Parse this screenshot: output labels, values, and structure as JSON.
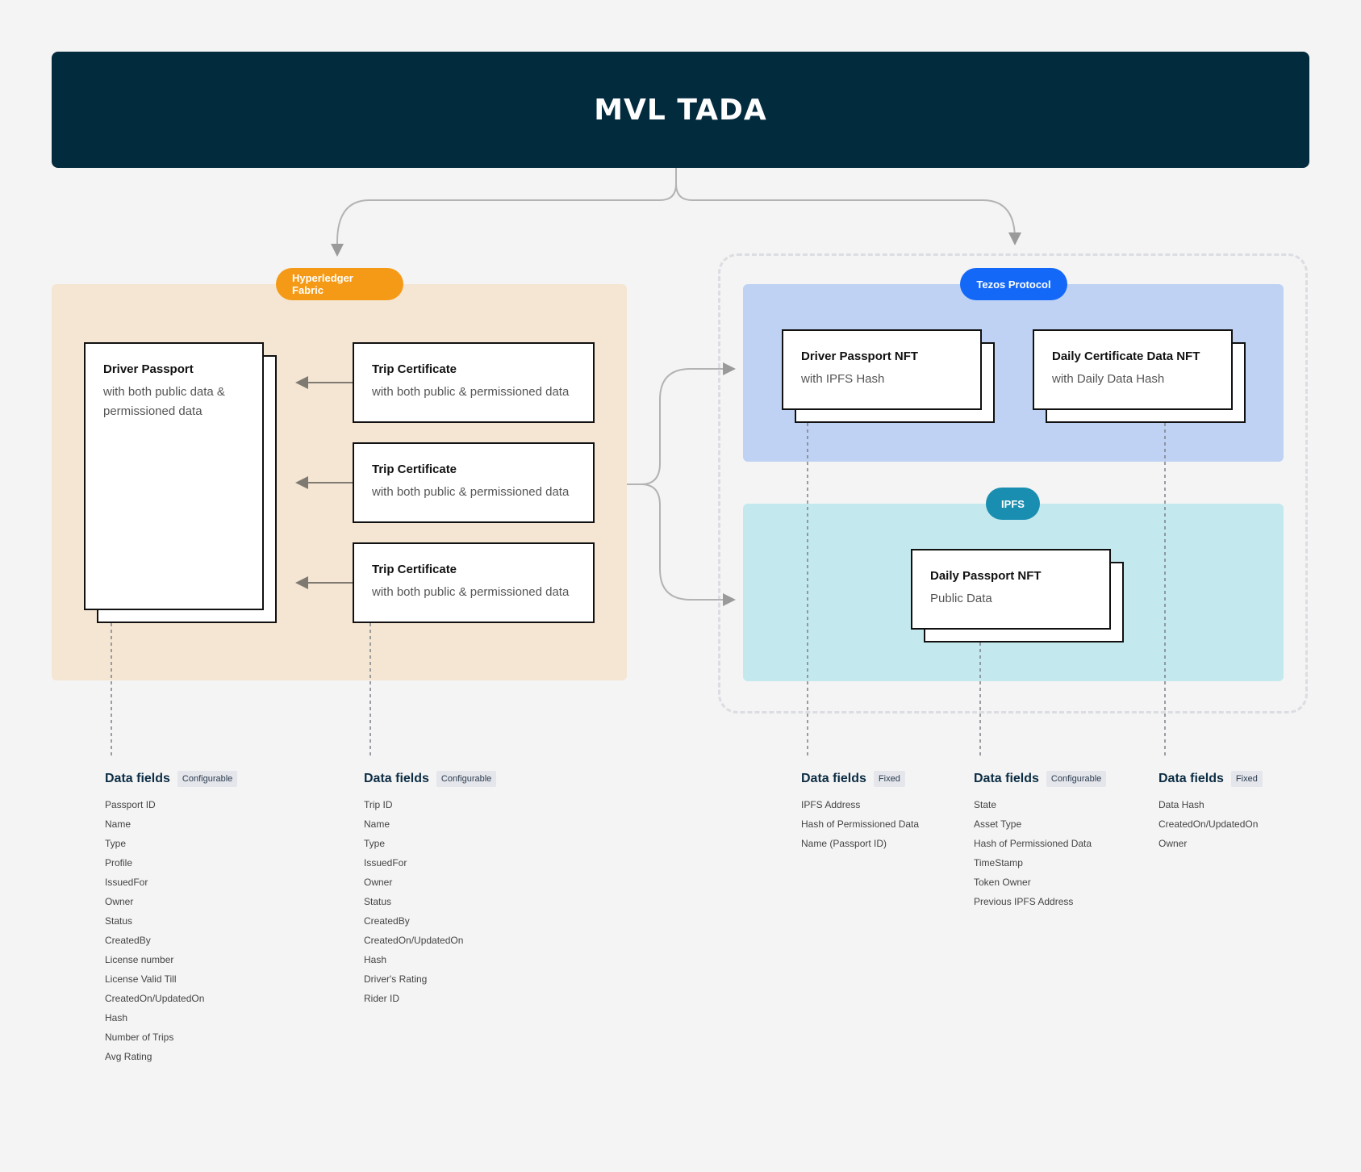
{
  "header": {
    "title": "MVL TADA"
  },
  "platforms": {
    "fabric": "Hyperledger Fabric",
    "tezos": "Tezos Protocol",
    "ipfs": "IPFS"
  },
  "cards": {
    "driver_passport": {
      "title": "Driver Passport",
      "subtitle": "with both public data & permissioned data"
    },
    "trip_certificates": [
      {
        "title": "Trip Certificate",
        "subtitle": "with both public & permissioned data"
      },
      {
        "title": "Trip Certificate",
        "subtitle": "with both public & permissioned data"
      },
      {
        "title": "Trip Certificate",
        "subtitle": "with both public & permissioned data"
      }
    ],
    "driver_passport_nft": {
      "title": "Driver Passport NFT",
      "subtitle": "with IPFS Hash"
    },
    "daily_certificate_nft": {
      "title": "Daily Certificate Data NFT",
      "subtitle": "with Daily Data Hash"
    },
    "daily_passport_nft": {
      "title": "Daily Passport NFT",
      "subtitle": "Public Data"
    }
  },
  "data_fields": [
    {
      "title": "Data fields",
      "badge": "Configurable",
      "items": [
        "Passport ID",
        "Name",
        "Type",
        "Profile",
        "IssuedFor",
        "Owner",
        "Status",
        "CreatedBy",
        "License number",
        "License Valid Till",
        "CreatedOn/UpdatedOn",
        "Hash",
        "Number of Trips",
        "Avg Rating"
      ]
    },
    {
      "title": "Data fields",
      "badge": "Configurable",
      "items": [
        "Trip ID",
        "Name",
        "Type",
        "IssuedFor",
        "Owner",
        "Status",
        "CreatedBy",
        "CreatedOn/UpdatedOn",
        "Hash",
        "Driver's Rating",
        "Rider ID"
      ]
    },
    {
      "title": "Data fields",
      "badge": "Fixed",
      "items": [
        "IPFS Address",
        "Hash of Permissioned Data",
        "Name (Passport ID)"
      ]
    },
    {
      "title": "Data fields",
      "badge": "Configurable",
      "items": [
        "State",
        "Asset Type",
        "Hash of Permissioned Data",
        "TimeStamp",
        "Token Owner",
        "Previous IPFS Address"
      ]
    },
    {
      "title": "Data fields",
      "badge": "Fixed",
      "items": [
        "Data Hash",
        "CreatedOn/UpdatedOn",
        "Owner"
      ]
    }
  ],
  "colors": {
    "header_bg": "#032b3e",
    "fabric_panel": "#f5e6d3",
    "fabric_pill": "#f59a16",
    "tezos_panel": "#bfd2f3",
    "tezos_pill": "#1468f8",
    "ipfs_panel": "#c3e9ee",
    "ipfs_pill": "#1a8eb0"
  }
}
